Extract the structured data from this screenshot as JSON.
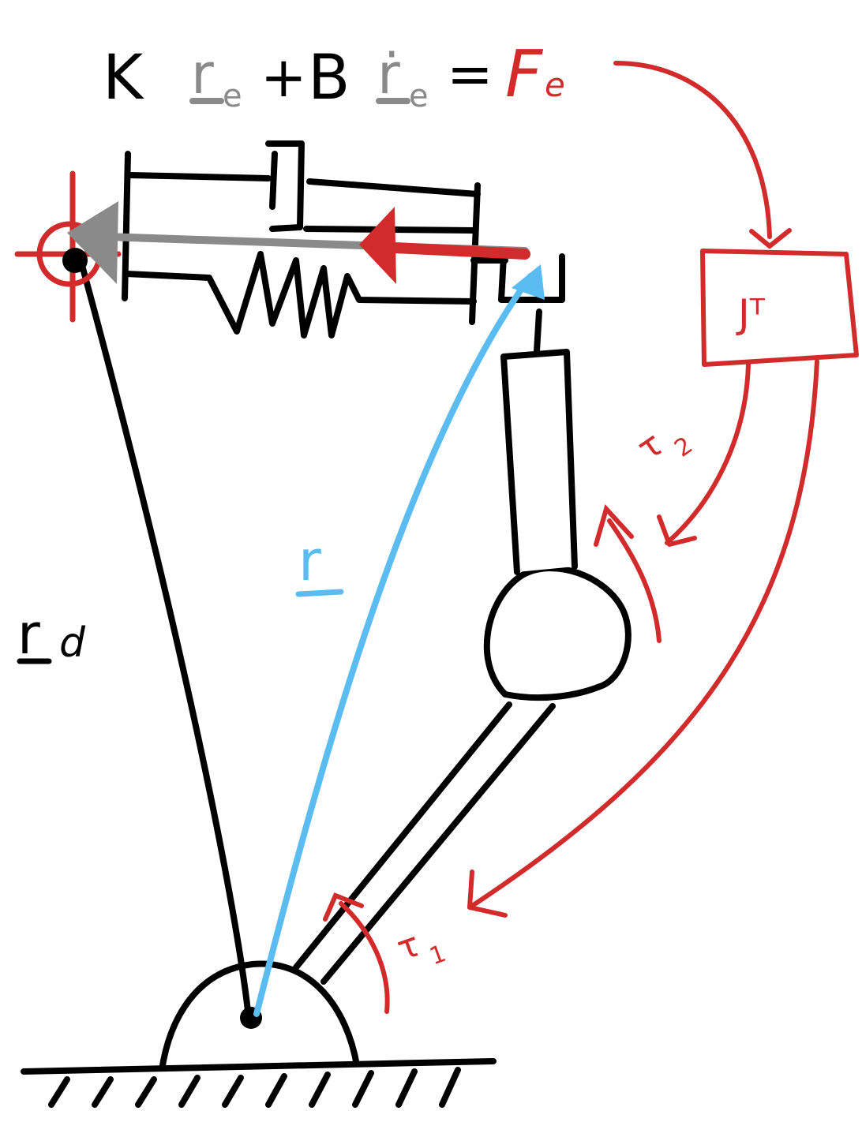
{
  "equation": {
    "k": "K",
    "r": "r",
    "r_sub": "e",
    "plus": "+",
    "b": "B",
    "r_dot": "ṙ",
    "r_dot_sub": "e",
    "equals": "=",
    "f": "F",
    "f_sub": "e"
  },
  "labels": {
    "rd_main": "r",
    "rd_sub": "d",
    "r_vec": "r",
    "jt_box": "Jᵀ",
    "tau1": "τ",
    "tau1_sub": "1",
    "tau2": "τ",
    "tau2_sub": "2"
  },
  "colors": {
    "ink": "#000000",
    "force": "#d22b2b",
    "position_vector": "#5bbcf2",
    "error": "#8a8a8a"
  }
}
